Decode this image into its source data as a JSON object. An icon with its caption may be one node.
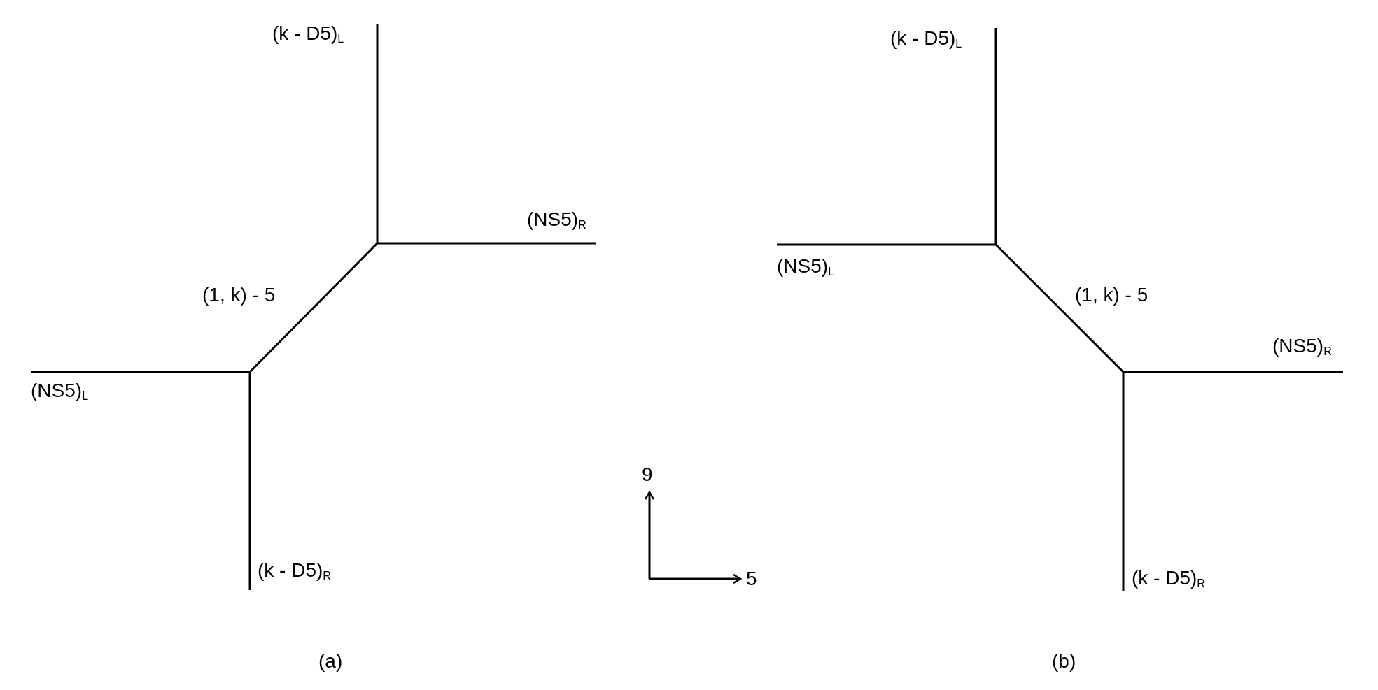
{
  "diagram": {
    "labels": [
      "(k - D5)$_{L}$",
      "(NS5)$_{R}$",
      "(1, k) - 5",
      "(NS5)$_{L}$",
      "(k - D5)$_{R}$",
      "(a)",
      "(k - D5)$_{L}$",
      "(NS5)$_{L}$",
      "(1, k) - 5",
      "(NS5)$_{R}$",
      "(k - D5)$_{R}$",
      "(b)",
      "9",
      "5"
    ]
  }
}
